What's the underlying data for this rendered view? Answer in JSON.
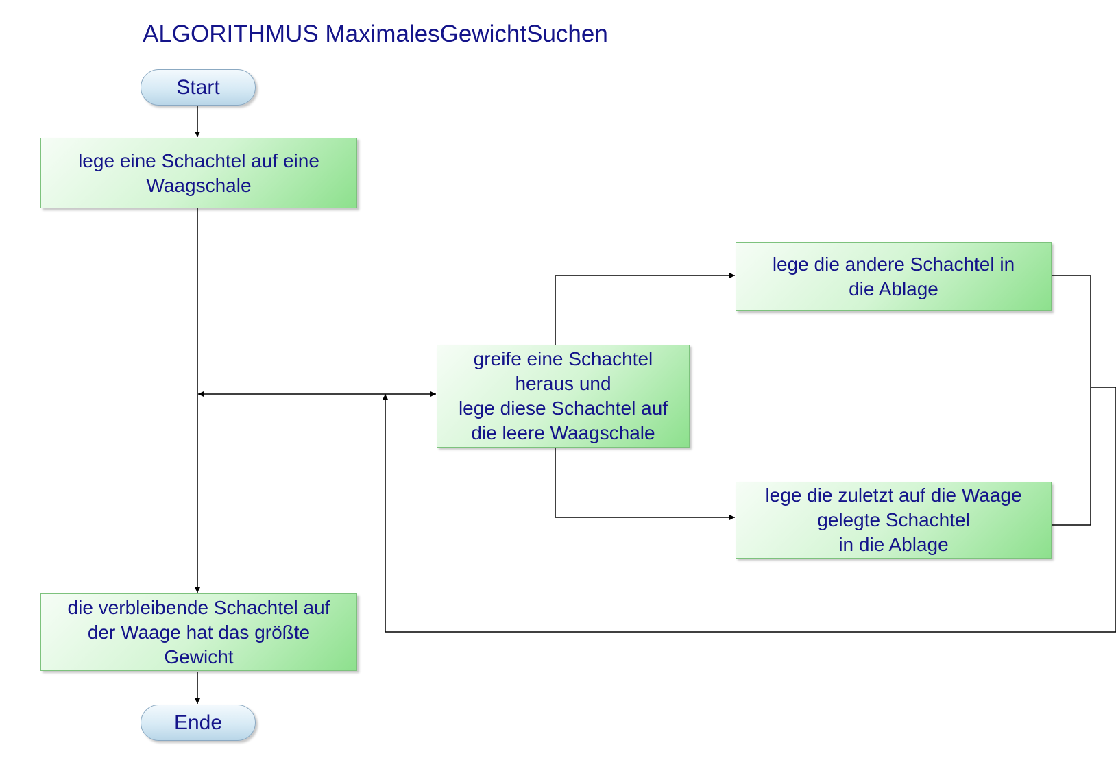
{
  "title": "ALGORITHMUS MaximalesGewichtSuchen",
  "nodes": {
    "start": "Start",
    "step1": "lege eine Schachtel auf eine\nWaagschale",
    "step2": "greife eine Schachtel\nheraus und\nlege diese Schachtel auf\ndie leere Waagschale",
    "step3": "lege die andere Schachtel in\ndie Ablage",
    "step4": "lege die zuletzt auf die Waage\ngelegte Schachtel\nin die Ablage",
    "step5": "die verbleibende Schachtel auf\nder Waage hat das größte\nGewicht",
    "end": "Ende"
  },
  "colors": {
    "text": "#14148a",
    "process_fill": "#c8f2c8",
    "terminal_fill": "#d7eaf5",
    "line": "#000000"
  }
}
